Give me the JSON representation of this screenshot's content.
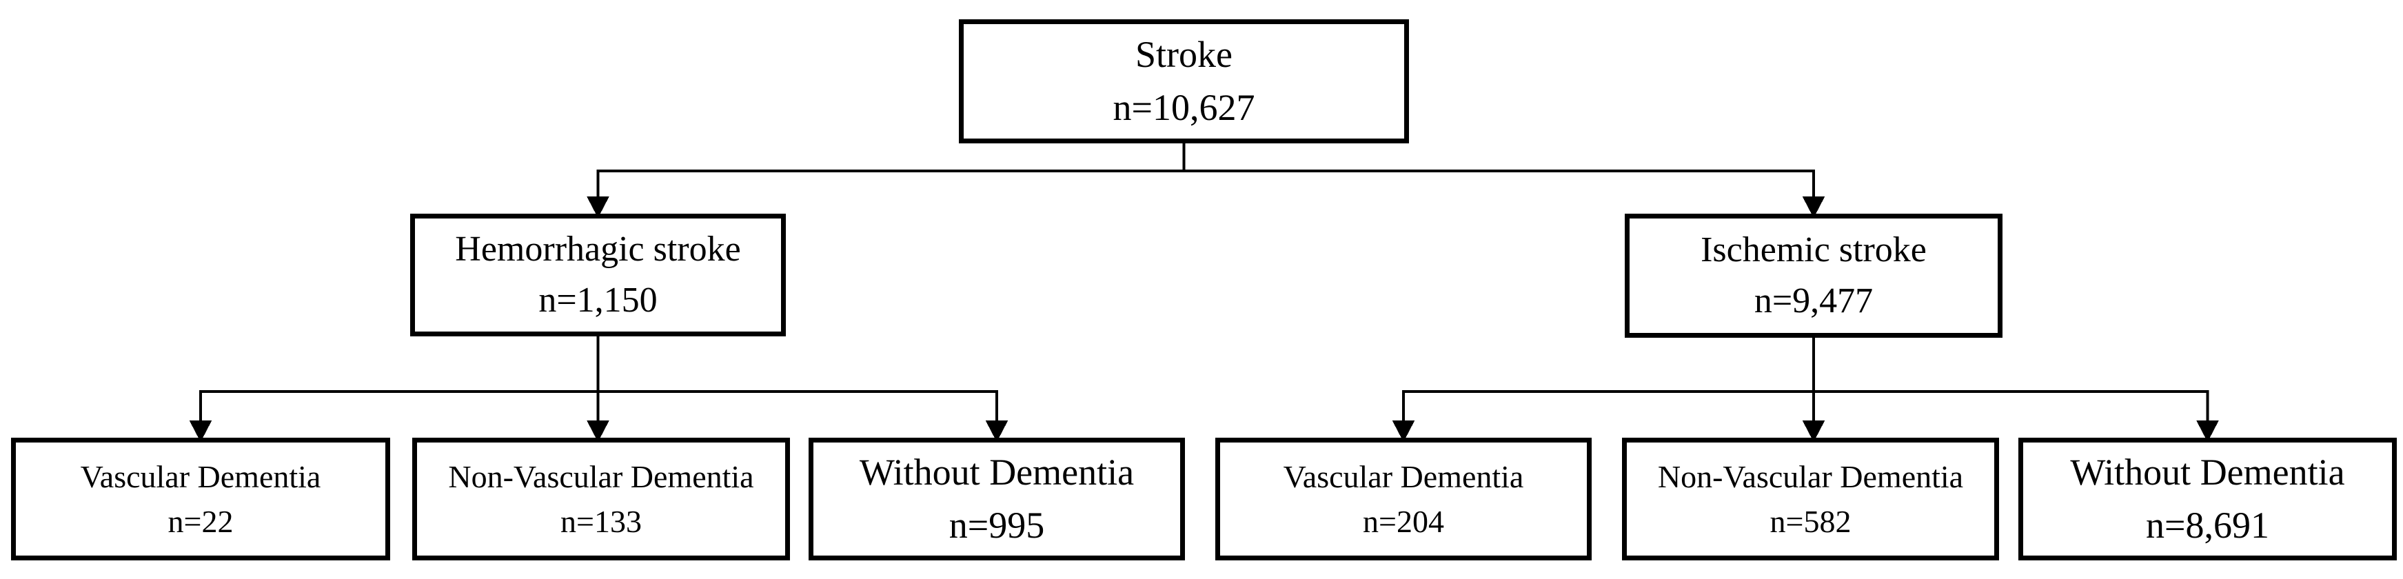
{
  "colors": {
    "background": "#ffffff",
    "line": "#000000",
    "text": "#000000"
  },
  "nodes": {
    "stroke": {
      "label": "Stroke",
      "count": "n=10,627"
    },
    "hemorrhagic": {
      "label": "Hemorrhagic stroke",
      "count": "n=1,150"
    },
    "ischemic": {
      "label": "Ischemic stroke",
      "count": "n=9,477"
    },
    "hem_vascular": {
      "label": "Vascular Dementia",
      "count": "n=22"
    },
    "hem_nonvascular": {
      "label": "Non-Vascular Dementia",
      "count": "n=133"
    },
    "hem_without": {
      "label": "Without Dementia",
      "count": "n=995"
    },
    "isc_vascular": {
      "label": "Vascular Dementia",
      "count": "n=204"
    },
    "isc_nonvascular": {
      "label": "Non-Vascular Dementia",
      "count": "n=582"
    },
    "isc_without": {
      "label": "Without Dementia",
      "count": "n=8,691"
    }
  },
  "edges": [
    {
      "from": "stroke",
      "to": "hemorrhagic"
    },
    {
      "from": "stroke",
      "to": "ischemic"
    },
    {
      "from": "hemorrhagic",
      "to": "hem_vascular"
    },
    {
      "from": "hemorrhagic",
      "to": "hem_nonvascular"
    },
    {
      "from": "hemorrhagic",
      "to": "hem_without"
    },
    {
      "from": "ischemic",
      "to": "isc_vascular"
    },
    {
      "from": "ischemic",
      "to": "isc_nonvascular"
    },
    {
      "from": "ischemic",
      "to": "isc_without"
    }
  ]
}
